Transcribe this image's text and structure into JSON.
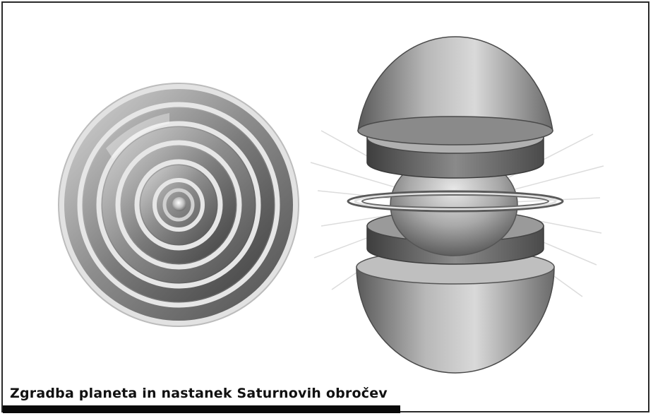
{
  "caption": {
    "text": "Zgradba planeta in nastanek Saturnovih obročev"
  },
  "illustration": {
    "left_figure": "concentric-rings-disk",
    "right_figure": "exploded-sphere-with-rings",
    "colors": {
      "frame": "#2a2a2a",
      "caption_bar": "#0a0a0a",
      "ring_light": "#dcdcdc",
      "ring_dark": "#6b6b6b"
    }
  }
}
